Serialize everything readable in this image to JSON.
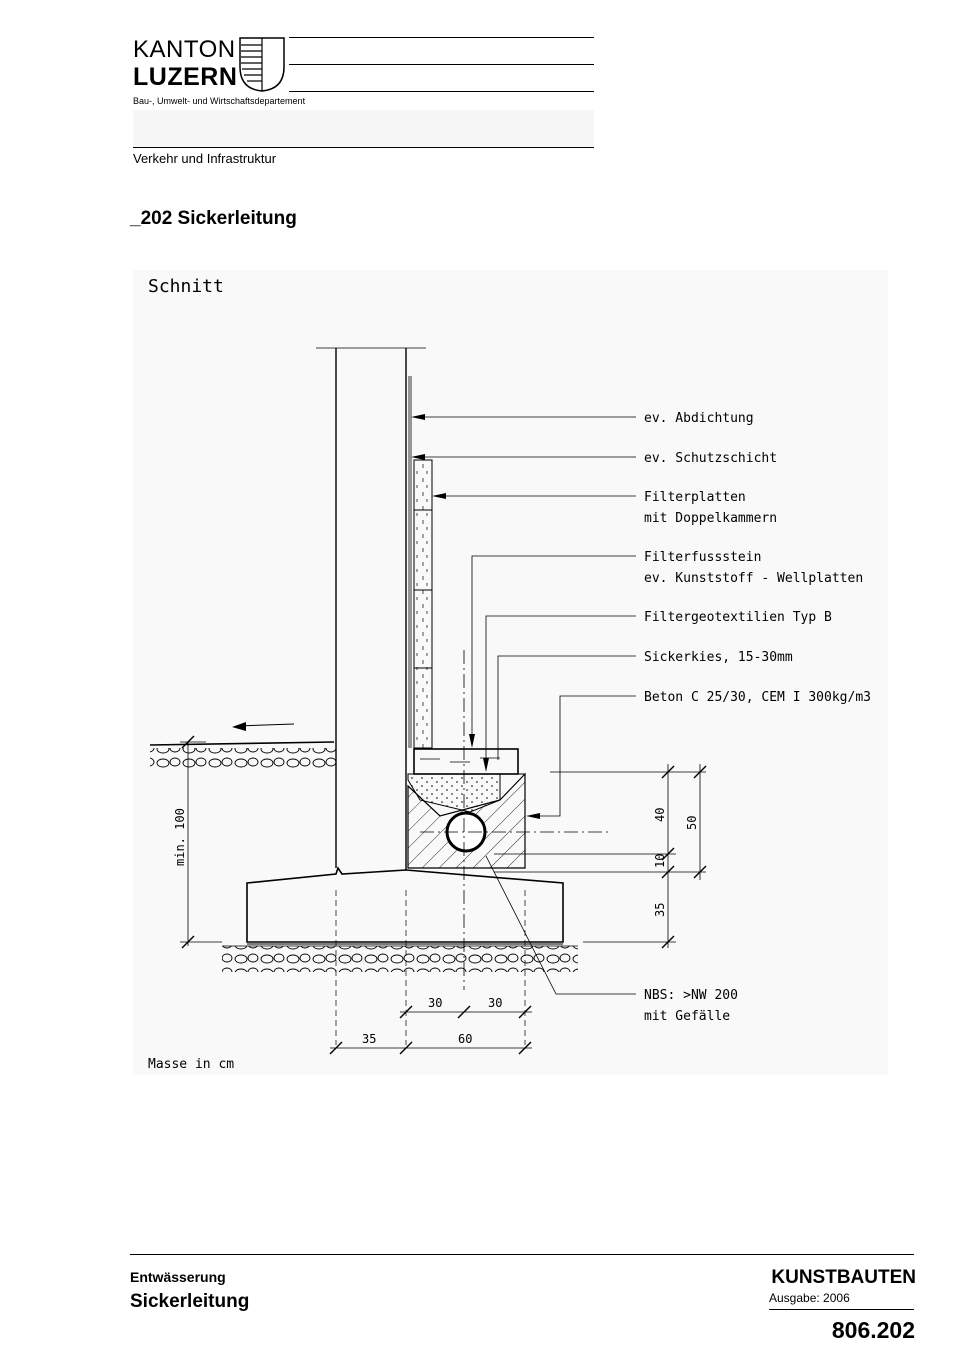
{
  "header": {
    "logo_line1": "KANTON",
    "logo_line2": "LUZERN",
    "department": "Bau-, Umwelt- und Wirtschaftsdepartement",
    "division": "Verkehr und Infrastruktur"
  },
  "document": {
    "title": "_202  Sickerleitung"
  },
  "drawing": {
    "view_title": "Schnitt",
    "units_note": "Masse in cm",
    "labels": [
      "ev. Abdichtung",
      "ev. Schutzschicht",
      "Filterplatten",
      "mit Doppelkammern",
      "Filterfussstein",
      "ev. Kunststoff - Wellplatten",
      "Filtergeotextilien Typ B",
      "Sickerkies, 15-30mm",
      "Beton C 25/30,  CEM I 300kg/m3",
      "NBS: >NW 200",
      "mit Gefälle"
    ],
    "dimensions": {
      "min_depth": "min. 100",
      "d40": "40",
      "d50": "50",
      "d10": "10",
      "d35_v": "35",
      "d30_a": "30",
      "d30_b": "30",
      "d35_h": "35",
      "d60": "60"
    }
  },
  "footer": {
    "category": "Entwässerung",
    "name": "Sickerleitung",
    "section": "KUNSTBAUTEN",
    "edition": "Ausgabe: 2006",
    "number": "806.202"
  }
}
